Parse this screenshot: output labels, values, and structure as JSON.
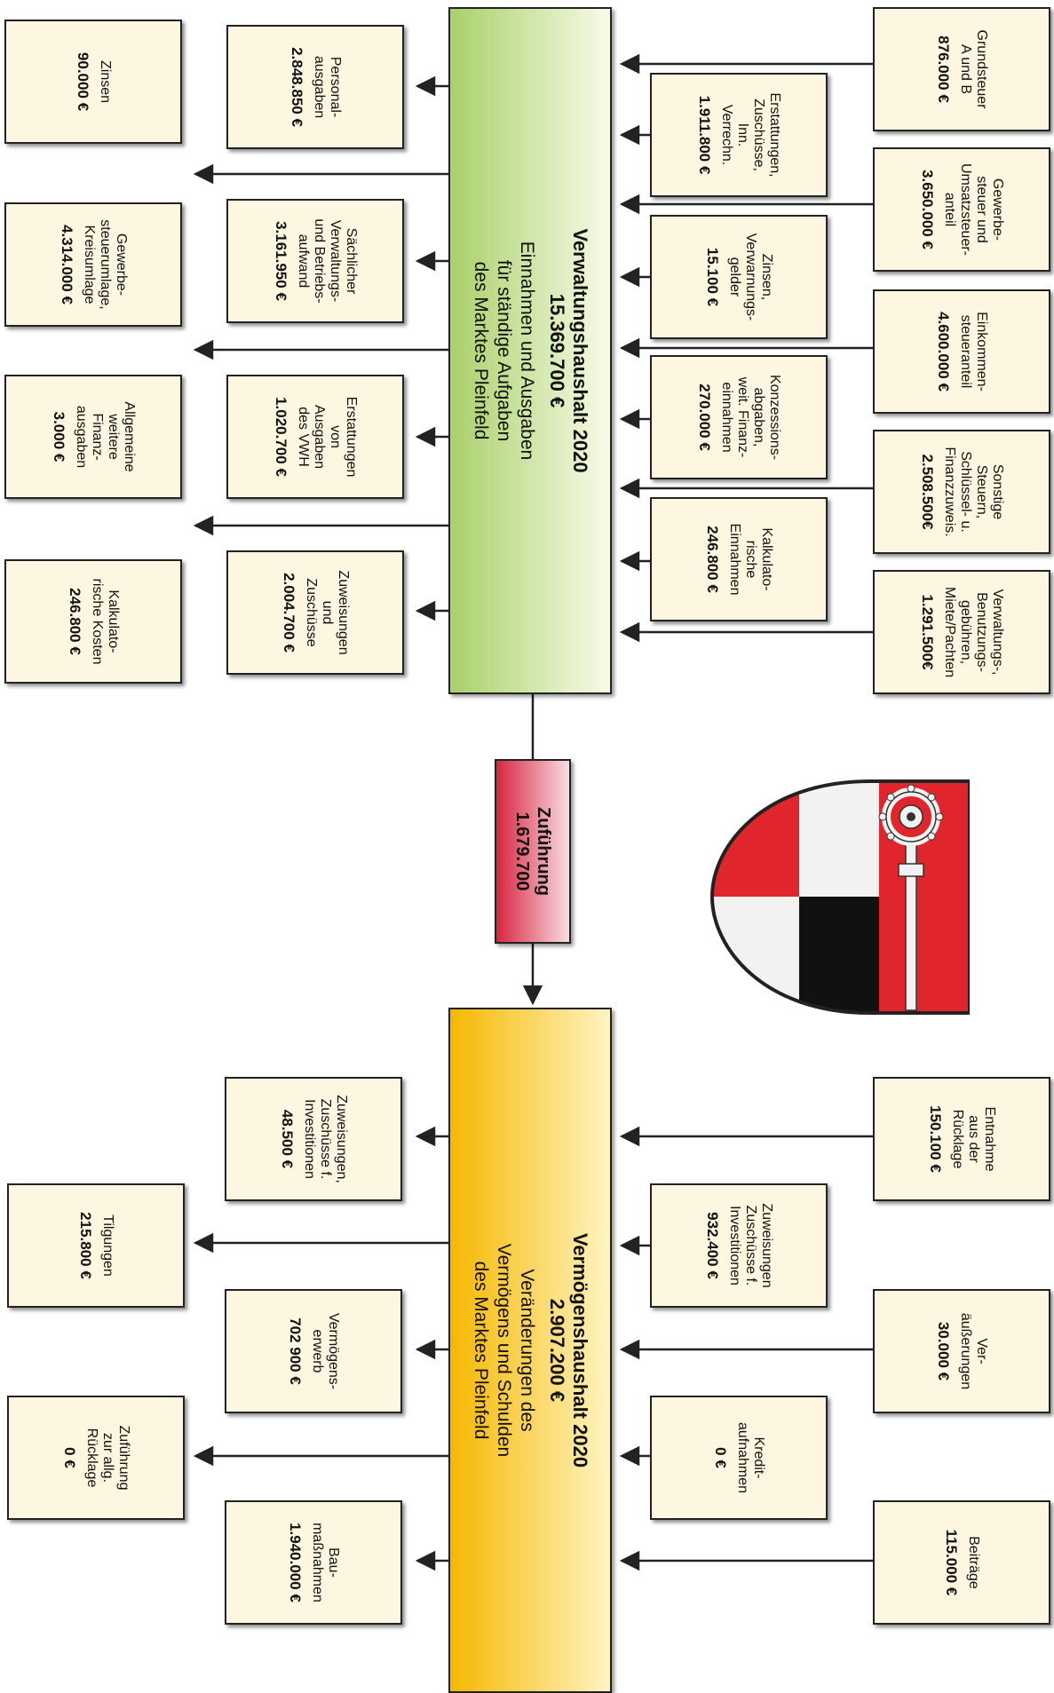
{
  "verwaltungshaushalt": {
    "title": "Verwaltungshaushalt 2020",
    "amount": "15.369.700 €",
    "subtitle": "Einnahmen und Ausgaben für ständige Aufgaben\ndes Marktes Pleinfeld",
    "income_outer": [
      {
        "label": "Grundsteuer\nA und B",
        "value": "876.000 €"
      },
      {
        "label": "Gewerbe-\nsteuer und\nUmsatzsteuer-\nanteil",
        "value": "3.650.000 €"
      },
      {
        "label": "Einkommen-\nsteueranteil",
        "value": "4.600.000 €"
      },
      {
        "label": "Sonstige\nSteuern,\nSchlüssel- u.\nFinanzzuweis.",
        "value": "2.508.500€"
      },
      {
        "label": "Verwaltungs-,\nBenutzungs-\ngebühren,\nMiete/Pachten",
        "value": "1.291.500€"
      }
    ],
    "income_inner": [
      {
        "label": "Erstattungen,\nZuschüsse,\nInn. Verrechn.",
        "value": "1.911.800 €"
      },
      {
        "label": "Zinsen,\nVerwarnungs-\ngelder",
        "value": "15.100 €"
      },
      {
        "label": "Konzessions-\nabgaben,\nweit. Finanz-\neinnahmen",
        "value": "270.000 €"
      },
      {
        "label": "Kalkulato-\nrische\nEinnahmen",
        "value": "246.800 €"
      }
    ],
    "expense_inner": [
      {
        "label": "Personal-\nausgaben",
        "value": "2.848.850 €"
      },
      {
        "label": "Sächlicher\nVerwaltungs-\nund Betriebs-\naufwand",
        "value": "3.161.950 €"
      },
      {
        "label": "Erstattungen\nvon\nAusgaben\ndes VWH",
        "value": "1.020.700 €"
      },
      {
        "label": "Zuweisungen\nund\nZuschüsse",
        "value": "2.004.700 €"
      }
    ],
    "expense_outer": [
      {
        "label": "Zinsen",
        "value": "90.000 €"
      },
      {
        "label": "Gewerbe-\nsteuerumlage,\nKreisumlage",
        "value": "4.314.000 €"
      },
      {
        "label": "Allgemeine\nweitere\nFinanz-\nausgaben",
        "value": "3.000 €"
      },
      {
        "label": "Kalkulato-\nrische Kosten",
        "value": "246.800 €"
      }
    ]
  },
  "zufuehrung": {
    "title": "Zuführung",
    "amount": "1.679.700"
  },
  "vermoegenshaushalt": {
    "title": "Vermögenshaushalt 2020",
    "amount": "2.907.200 €",
    "subtitle": "Veränderungen des Vermögens und Schulden\ndes Marktes Pleinfeld",
    "income_outer": [
      {
        "label": "Entnahme\naus der\nRücklage",
        "value": "150.100 €"
      },
      {
        "label": "Ver-\näußerungen",
        "value": "30.000 €"
      },
      {
        "label": "Beiträge",
        "value": "115.000 €"
      }
    ],
    "income_inner": [
      {
        "label": "Zuweisungen\nZuschüsse f.\nInvestitionen",
        "value": "932.400 €"
      },
      {
        "label": "Kredit-\naufnahmen",
        "value": "0 €"
      }
    ],
    "expense_inner": [
      {
        "label": "Zuweisungen,\nZuschüsse f.\nInvestitionen",
        "value": "48.500 €"
      },
      {
        "label": "Vermögens-\nerwerb",
        "value": "702 900 €"
      },
      {
        "label": "Bau-\nmaßnahmen",
        "value": "1.940.000 €"
      }
    ],
    "expense_outer": [
      {
        "label": "Tilgungen",
        "value": "215.800 €"
      },
      {
        "label": "Zuführung\nzur allg.\nRücklage",
        "value": "0 €"
      }
    ]
  },
  "colors": {
    "box_fill": "#fdf6e0",
    "verwaltung_gradient": [
      "#a9d06a",
      "#f8fbe7"
    ],
    "vermoegen_gradient": [
      "#f5b800",
      "#fff4c2"
    ],
    "zufuehrung_gradient": [
      "#d72641",
      "#f8dde2"
    ],
    "crest_red": "#e0252c",
    "crest_black": "#111111",
    "crest_white": "#f2f2f2"
  },
  "icons": [
    "coat-of-arms-icon",
    "arrow-icon"
  ]
}
